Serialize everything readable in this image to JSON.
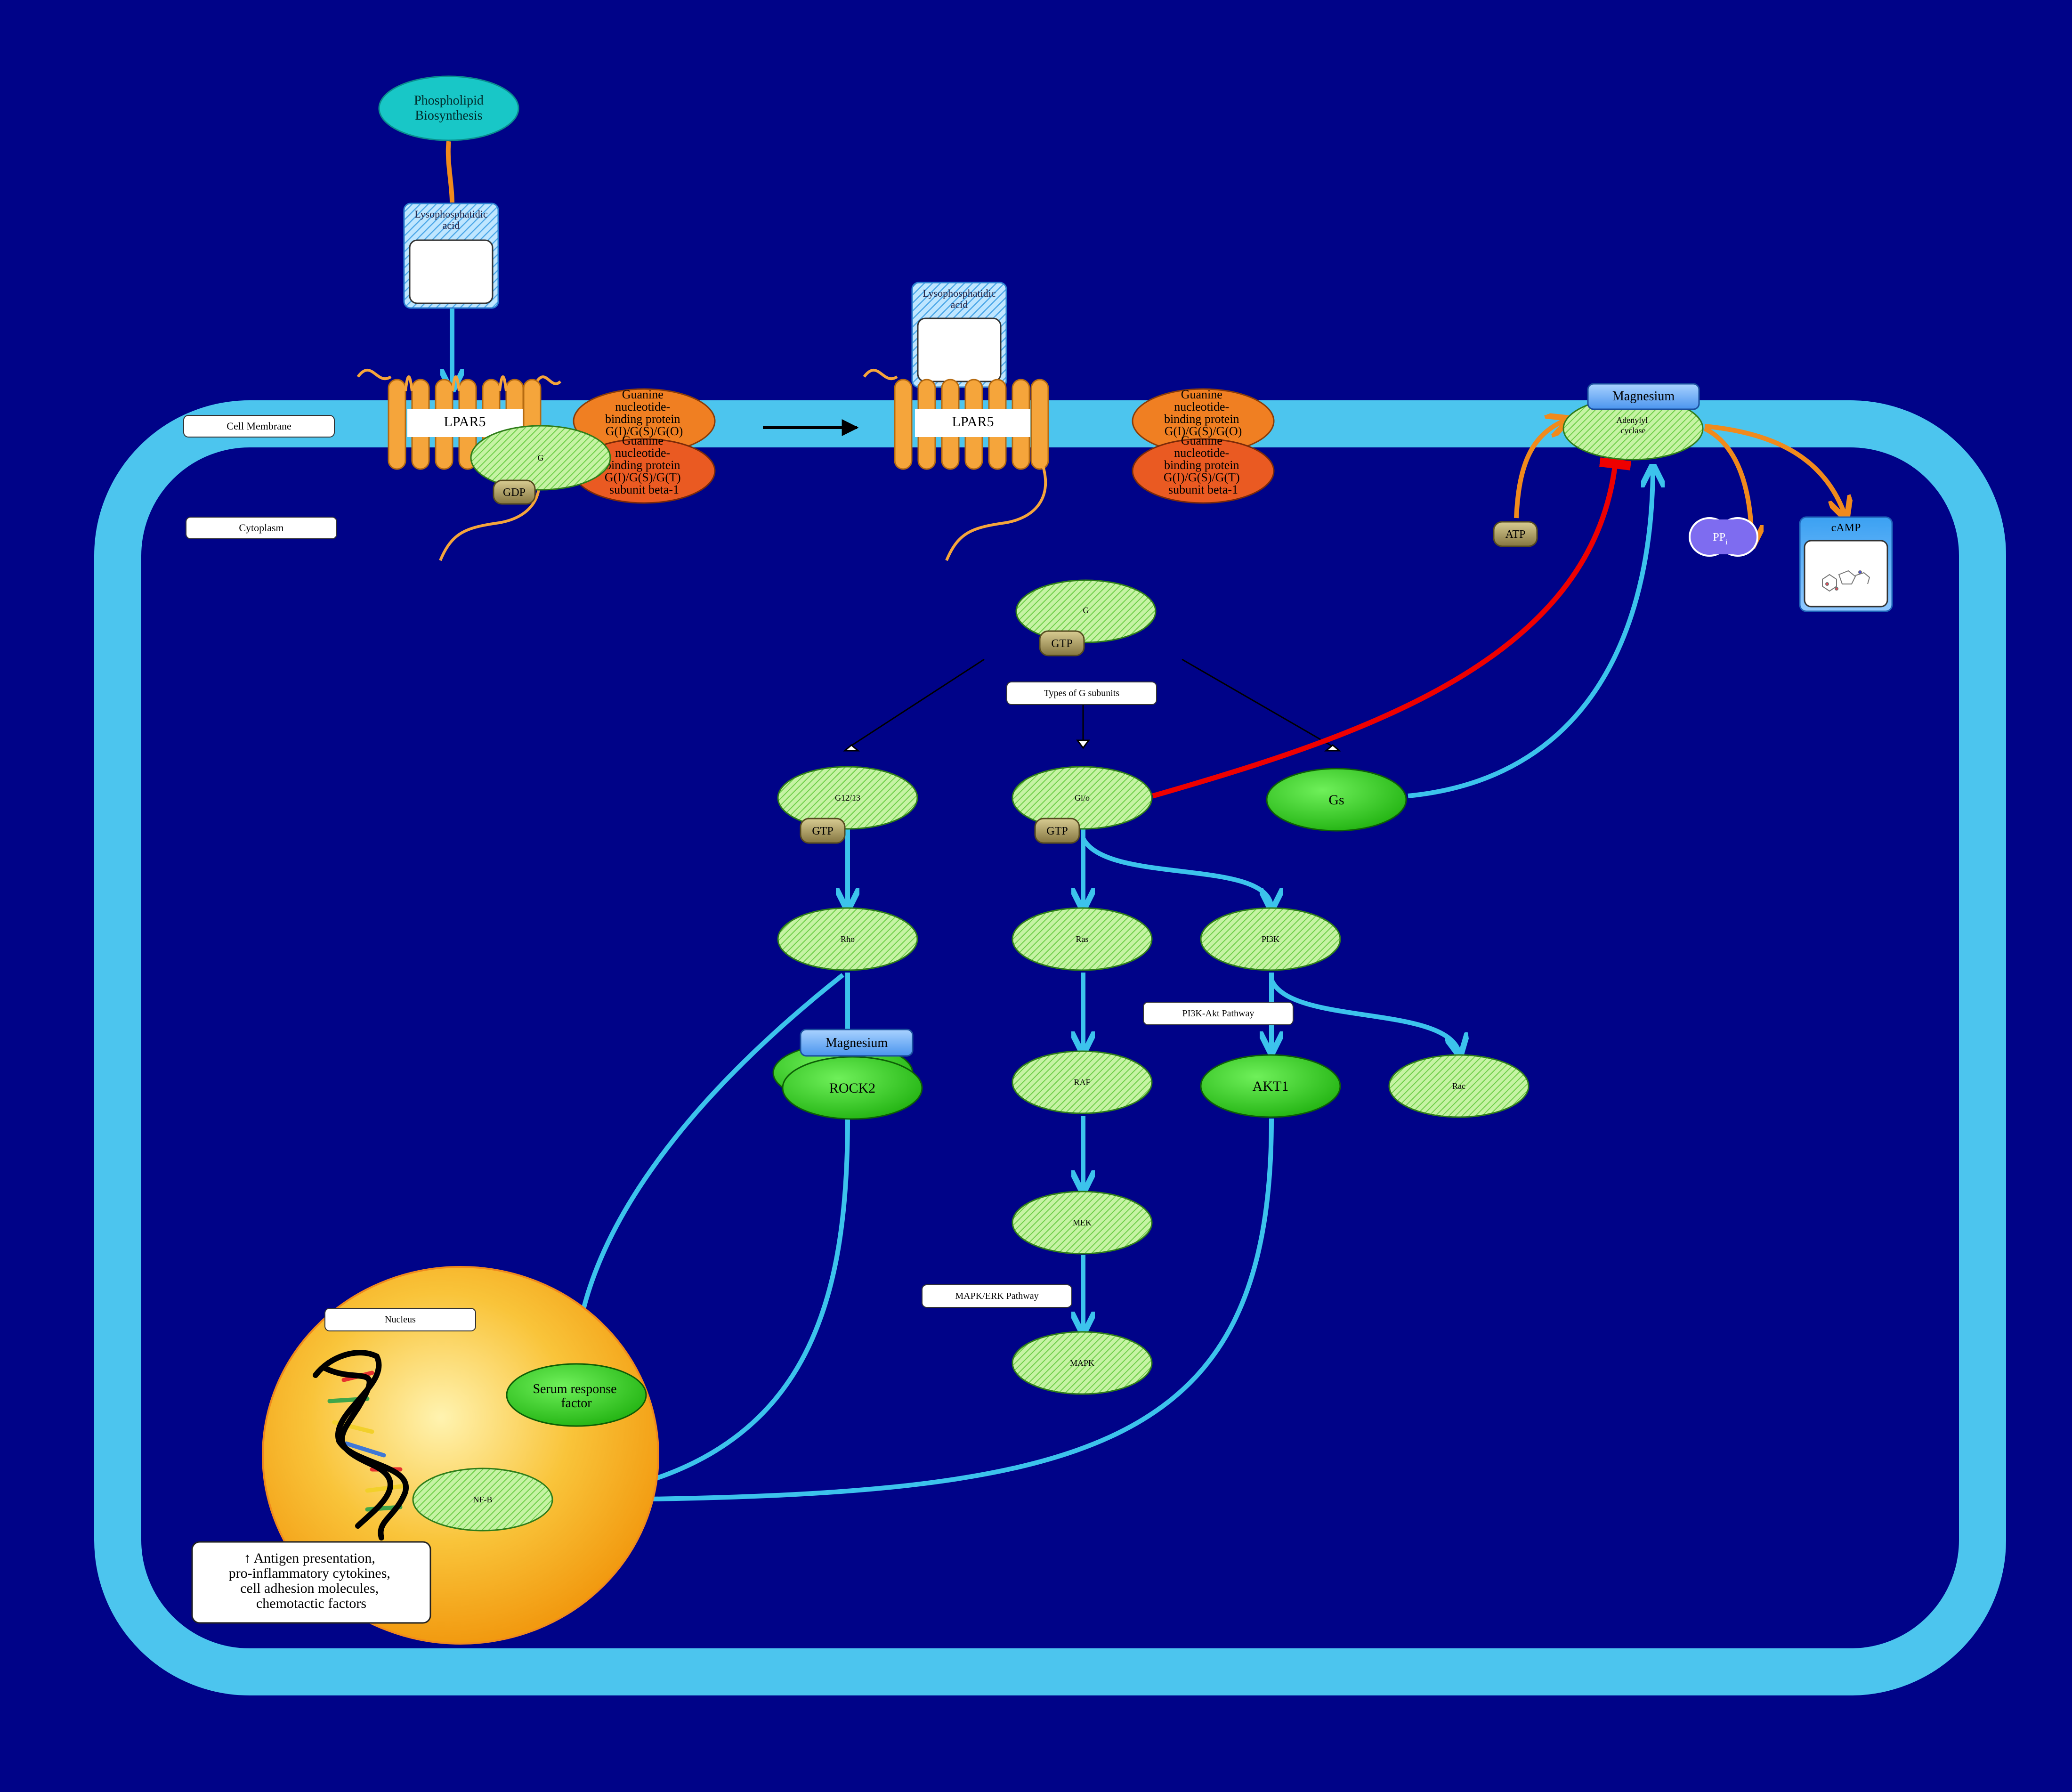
{
  "colors": {
    "background": "#000388",
    "membrane": "#4cc5ee",
    "arrow_activation": "#3cc3ec",
    "arrow_inhibition": "#ee0000",
    "arrow_conversion": "#f08a1c",
    "node_green": "#2fc81f",
    "node_hatched_green": "#a6ec7c",
    "magnesium": "#5aa7f4",
    "cofactor": "#9c8e52",
    "nucleus": "#f7a616",
    "receptor_orange": "#f5a53b",
    "gprotein_orange": "#f07f22",
    "gprotein_red": "#ea5a22"
  },
  "compartments": {
    "cell_membrane": "Cell Membrane",
    "cytoplasm": "Cytoplasm",
    "nucleus": "Nucleus"
  },
  "molecules": {
    "phospholipid": [
      "Phospholipid",
      "Biosynthesis"
    ],
    "lpa_left": [
      "Lysophosphatidic",
      "acid"
    ],
    "lpa_right": [
      "Lysophosphatidic",
      "acid"
    ],
    "lpar5_left": "LPAR5",
    "lpar5_right": "LPAR5",
    "gprotein_alpha": [
      "Guanine",
      "nucleotide-",
      "binding protein",
      "G(I)/G(S)/G(O)"
    ],
    "gprotein_beta": [
      "Guanine",
      "nucleotide-",
      "binding protein",
      "G(I)/G(S)/G(T)",
      "subunit beta-1"
    ],
    "g_membrane": "G",
    "gdp": "GDP",
    "magnesium_top": "Magnesium",
    "adenylyl_cyclase": [
      "Adenylyl",
      "cyclase"
    ],
    "atp": "ATP",
    "ppi": "PP",
    "ppi_sub": "i",
    "camp": "cAMP",
    "g_cytoplasm": "G",
    "gtp_top": "GTP",
    "types_of_g": "Types of G subunits",
    "g1213": "G12/13",
    "gtp_g1213": "GTP",
    "gio": "Gi/o",
    "gtp_gio": "GTP",
    "gs": "Gs",
    "rho": "Rho",
    "ras": "Ras",
    "pi3k": "PI3K",
    "pi3k_akt": "PI3K-Akt Pathway",
    "magnesium_rock": "Magnesium",
    "rock2": "ROCK2",
    "raf": "RAF",
    "akt1": "AKT1",
    "rac": "Rac",
    "mek": "MEK",
    "mapk_erk": "MAPK/ERK Pathway",
    "mapk": "MAPK",
    "srf": [
      "Serum response",
      "factor"
    ],
    "nfb": "NF-B",
    "outcome": [
      "Antigen presentation,",
      "pro-inflammatory cytokines,",
      "cell adhesion molecules,",
      "chemotactic factors"
    ],
    "outcome_arrow": "↑"
  }
}
